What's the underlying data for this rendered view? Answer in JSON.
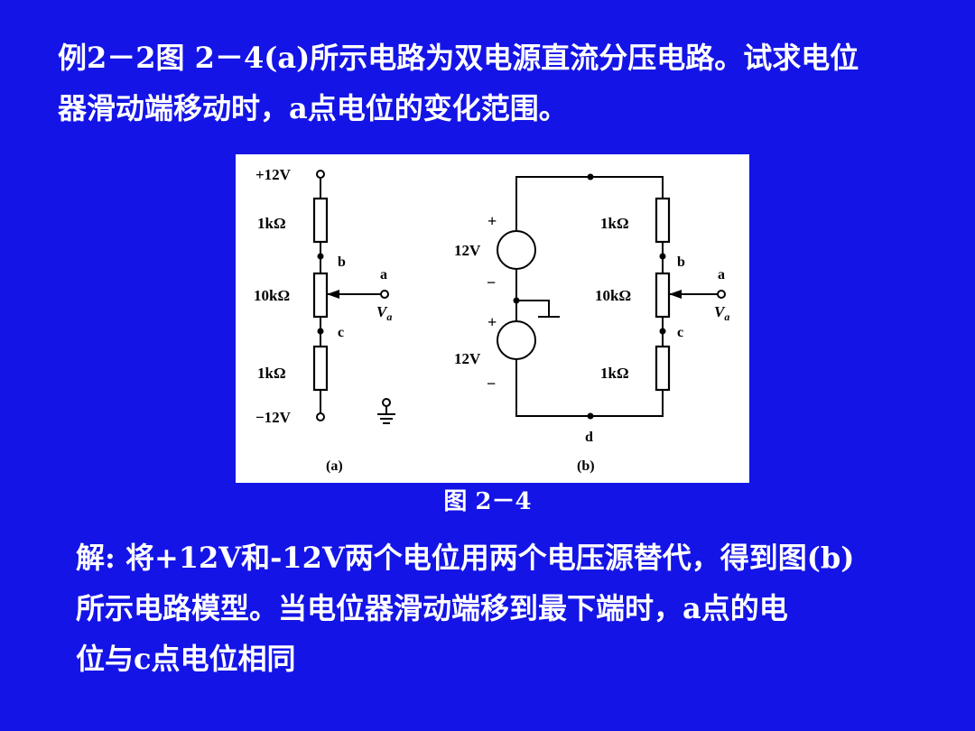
{
  "problem": {
    "line1": "例2－2图 2－4(a)所示电路为双电源直流分压电路。试求电位",
    "line2": "器滑动端移动时，a点电位的变化范围。"
  },
  "figure": {
    "caption": "图 2－4",
    "circuit_a": {
      "top_supply": "+12V",
      "bottom_supply": "−12V",
      "r_top": "1kΩ",
      "r_pot": "10kΩ",
      "r_bottom": "1kΩ",
      "node_b": "b",
      "node_c": "c",
      "node_a": "a",
      "va_symbol": "V",
      "va_sub": "a",
      "sub_label": "(a)"
    },
    "circuit_b": {
      "source_top": "12V",
      "source_bottom": "12V",
      "plus": "+",
      "minus": "−",
      "r_top": "1kΩ",
      "r_pot": "10kΩ",
      "r_bottom": "1kΩ",
      "node_b": "b",
      "node_c": "c",
      "node_a": "a",
      "node_d": "d",
      "va_symbol": "V",
      "va_sub": "a",
      "sub_label": "(b)"
    }
  },
  "solution": {
    "line1": "解: 将+12V和-12V两个电位用两个电压源替代，得到图(b)",
    "line2": "所示电路模型。当电位器滑动端移到最下端时，a点的电",
    "line3": "位与c点电位相同"
  },
  "colors": {
    "background": "#1414e6",
    "text": "#ffffff",
    "figure_background": "#ffffff"
  }
}
